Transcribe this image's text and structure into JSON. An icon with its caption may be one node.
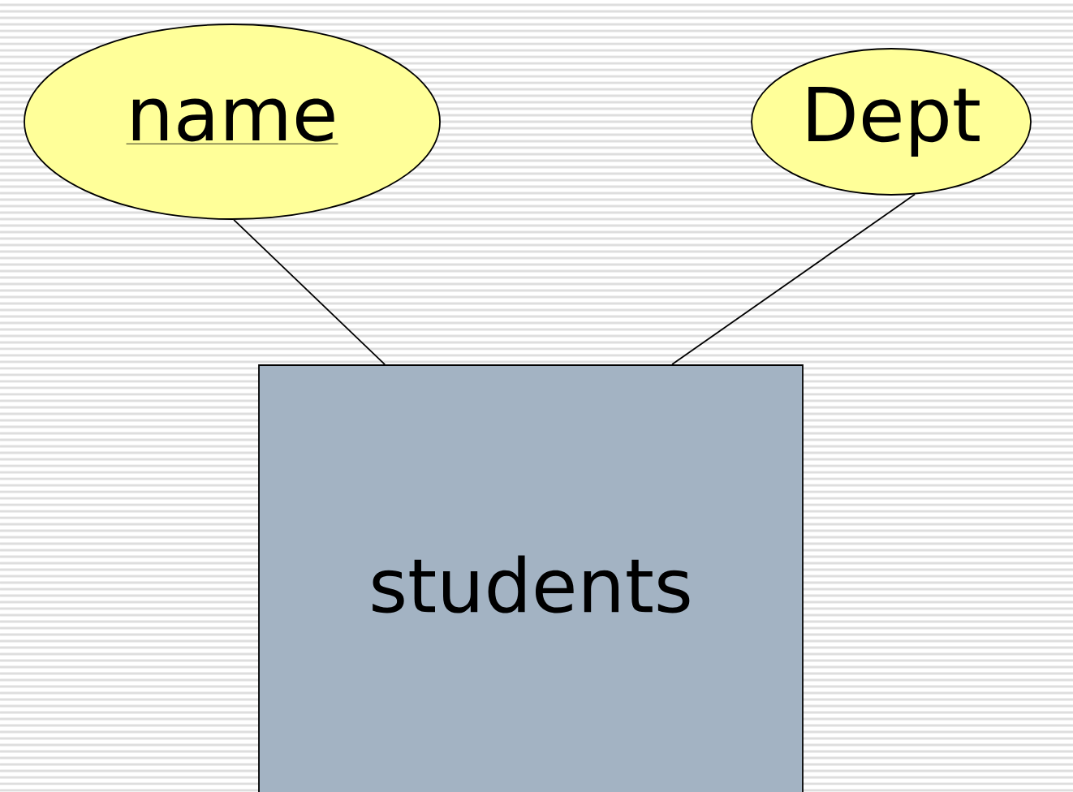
{
  "diagram": {
    "nodes": [
      {
        "text": [
          "name"
        ]
      },
      {
        "text": [
          "Dept"
        ]
      },
      {
        "text": [
          "students"
        ]
      }
    ],
    "edges": [
      {
        "from": 0,
        "to": 2,
        "arrow": "none"
      },
      {
        "from": 1,
        "to": 2,
        "arrow": "none"
      }
    ]
  }
}
